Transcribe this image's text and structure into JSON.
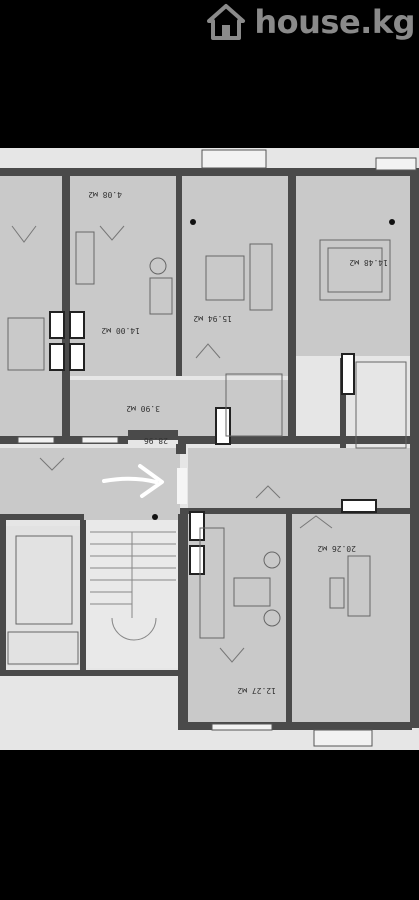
{
  "watermark": {
    "brand": "house.kg",
    "icon": "house-icon",
    "color": "#8a8a8a"
  },
  "plan": {
    "background": "#e6e6e6",
    "wall_color": "#4a4a4a",
    "room_fill": "#c9c9c9",
    "arrow_color": "#ffffff",
    "room_labels": [
      "4.08 м2",
      "15.94 м2",
      "14.00 м2",
      "14.48 м2",
      "12.27 м2",
      "20.26 м2",
      "3.90 м2",
      "28.96"
    ]
  }
}
